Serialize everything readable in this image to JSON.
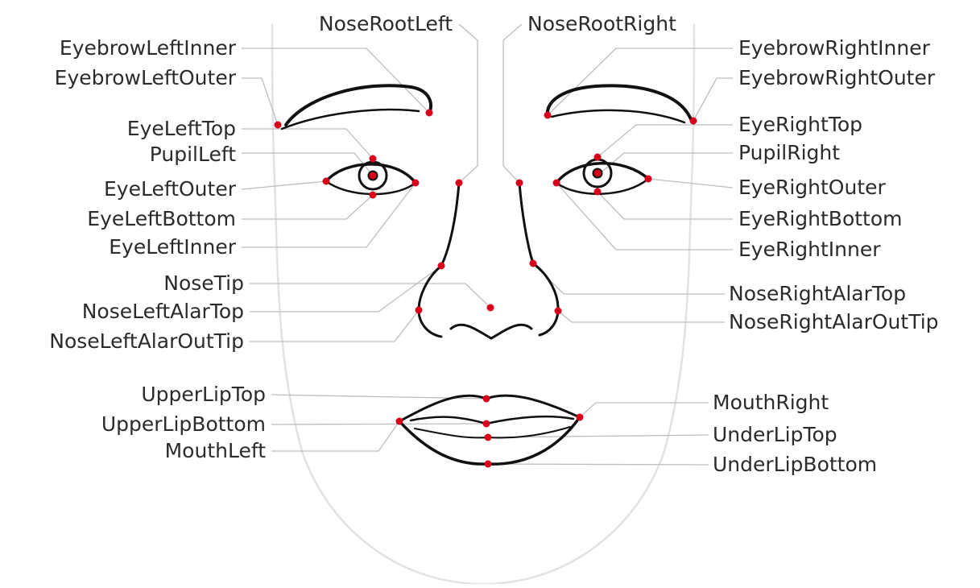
{
  "colors": {
    "background": "#ffffff",
    "face_outline": "#e2e2e2",
    "feature_stroke": "#111111",
    "leader_line": "#bdbdbd",
    "landmark_point": "#d9001b",
    "label_text": "#2b2b2b"
  },
  "labels": {
    "nose_root_left": "NoseRootLeft",
    "nose_root_right": "NoseRootRight",
    "eyebrow_left_inner": "EyebrowLeftInner",
    "eyebrow_left_outer": "EyebrowLeftOuter",
    "eye_left_top": "EyeLeftTop",
    "pupil_left": "PupilLeft",
    "eye_left_outer": "EyeLeftOuter",
    "eye_left_bottom": "EyeLeftBottom",
    "eye_left_inner": "EyeLeftInner",
    "nose_tip": "NoseTip",
    "nose_left_alar_top": "NoseLeftAlarTop",
    "nose_left_alar_out_tip": "NoseLeftAlarOutTip",
    "upper_lip_top": "UpperLipTop",
    "upper_lip_bottom": "UpperLipBottom",
    "mouth_left": "MouthLeft",
    "eyebrow_right_inner": "EyebrowRightInner",
    "eyebrow_right_outer": "EyebrowRightOuter",
    "eye_right_top": "EyeRightTop",
    "pupil_right": "PupilRight",
    "eye_right_outer": "EyeRightOuter",
    "eye_right_bottom": "EyeRightBottom",
    "eye_right_inner": "EyeRightInner",
    "nose_right_alar_top": "NoseRightAlarTop",
    "nose_right_alar_out_tip": "NoseRightAlarOutTip",
    "mouth_right": "MouthRight",
    "under_lip_top": "UnderLipTop",
    "under_lip_bottom": "UnderLipBottom"
  }
}
